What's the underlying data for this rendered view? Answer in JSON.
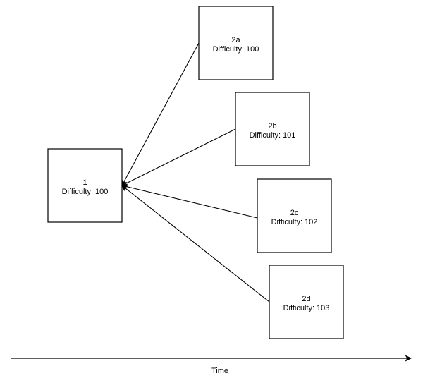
{
  "nodes": [
    {
      "id": "1",
      "title": "1",
      "subtitle": "Difficulty: 100"
    },
    {
      "id": "2a",
      "title": "2a",
      "subtitle": "Difficulty: 100"
    },
    {
      "id": "2b",
      "title": "2b",
      "subtitle": "Difficulty: 101"
    },
    {
      "id": "2c",
      "title": "2c",
      "subtitle": "Difficulty: 102"
    },
    {
      "id": "2d",
      "title": "2d",
      "subtitle": "Difficulty: 103"
    }
  ],
  "edges": [
    {
      "from": "2a",
      "to": "1"
    },
    {
      "from": "2b",
      "to": "1"
    },
    {
      "from": "2c",
      "to": "1"
    },
    {
      "from": "2d",
      "to": "1"
    }
  ],
  "axis": {
    "label": "Time",
    "direction": "right"
  },
  "colors": {
    "stroke": "#000000",
    "fill": "#ffffff"
  }
}
